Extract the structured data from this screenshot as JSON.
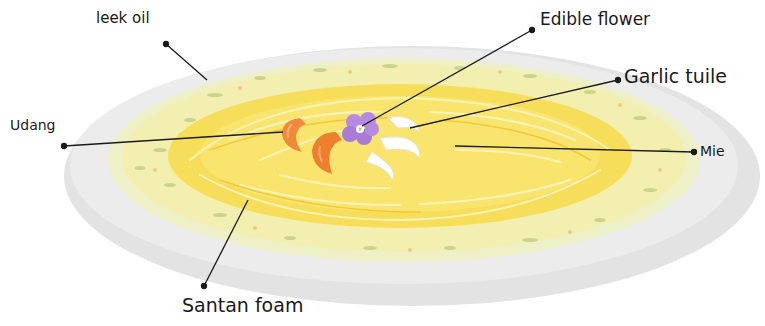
{
  "diagram": {
    "labels": [
      "leek oil",
      "Edible flower",
      "Garlic tuile",
      "Udang",
      "Mie",
      "Santan foam"
    ]
  }
}
